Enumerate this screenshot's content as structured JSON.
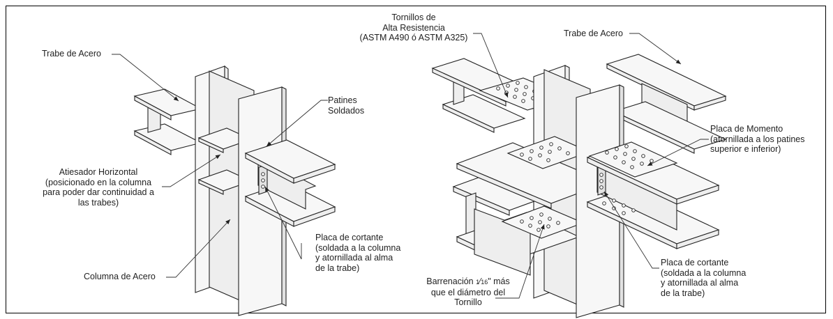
{
  "labels": {
    "left_beam": "Trabe de Acero",
    "left_flanges": [
      "Patines",
      "Soldados"
    ],
    "left_stiffener": [
      "Atiesador Horizontal",
      "(posicionado en la columna",
      "para poder dar continuidad a",
      "las trabes)"
    ],
    "left_column": "Columna de Acero",
    "left_shear": [
      "Placa de cortante",
      "(soldada a la columna",
      "y atornillada al alma",
      "de la trabe)"
    ],
    "right_bolts": [
      "Tornillos de",
      "Alta Resistencia",
      "(ASTM A490 ó ASTM A325)"
    ],
    "right_beam": "Trabe de Acero",
    "right_moment": [
      "Placa de Momento",
      "(atornillada a los patines",
      "superior e inferior)"
    ],
    "right_hole_prefix": "Barrenación ",
    "right_hole_num": "1",
    "right_hole_den": "16",
    "right_hole_suffix": "\" más",
    "right_hole_rest": [
      "que el diámetro del",
      "Tornillo"
    ],
    "right_shear": [
      "Placa de cortante",
      "(soldada a la columna",
      "y atornillada al alma",
      "de la trabe)"
    ]
  }
}
